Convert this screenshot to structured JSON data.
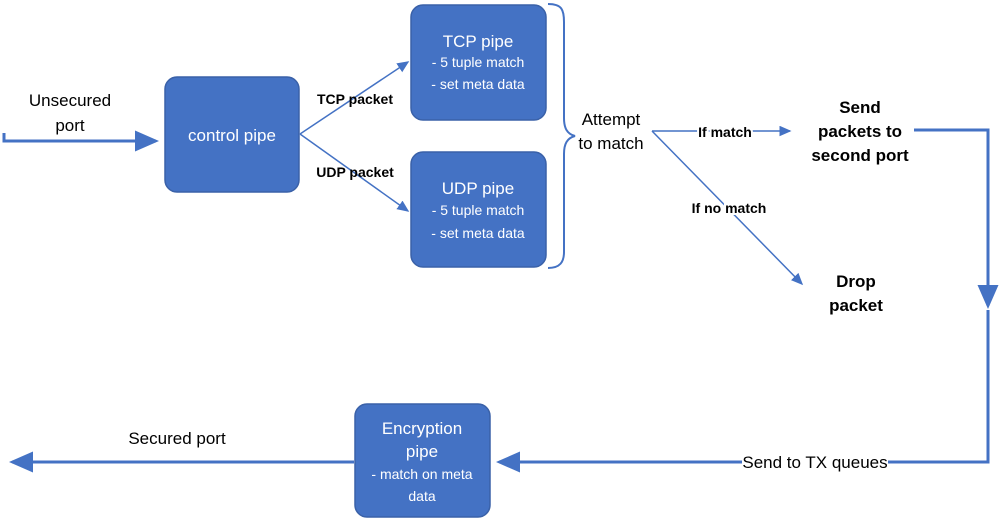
{
  "inputs": {
    "unsecured_port": [
      "Unsecured",
      "port"
    ],
    "secured_port": "Secured port"
  },
  "boxes": {
    "control_pipe": {
      "title": "control pipe"
    },
    "tcp_pipe": {
      "title": "TCP pipe",
      "lines": [
        "- 5 tuple match",
        "- set meta data"
      ]
    },
    "udp_pipe": {
      "title": "UDP pipe",
      "lines": [
        "- 5 tuple match",
        "- set meta data"
      ]
    },
    "encryption_pipe": {
      "title": [
        "Encryption",
        "pipe"
      ],
      "lines": [
        "- match on meta",
        "data"
      ]
    }
  },
  "edges": {
    "tcp_packet": "TCP packet",
    "udp_packet": "UDP packet",
    "if_match": "If match",
    "if_no_match": "If no match",
    "send_tx": "Send to TX queues"
  },
  "outcomes": {
    "attempt": [
      "Attempt",
      "to match"
    ],
    "send_second": [
      "Send",
      "packets to",
      "second port"
    ],
    "drop": [
      "Drop",
      "packet"
    ]
  },
  "colors": {
    "box_fill": "#4472c4",
    "box_stroke": "#3a61a8",
    "arrow": "#4472c4"
  }
}
